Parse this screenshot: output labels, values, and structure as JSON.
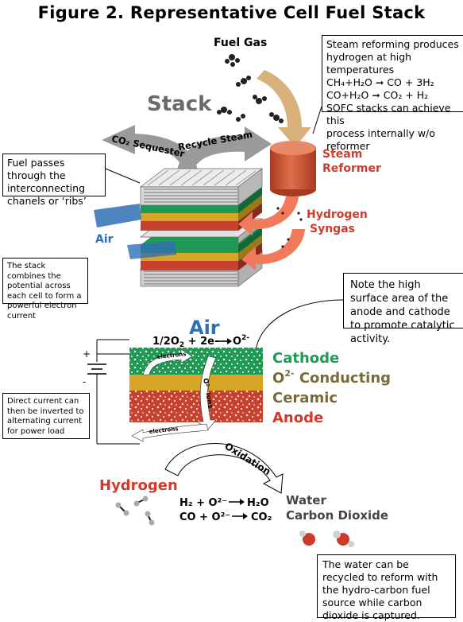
{
  "title": "Figure 2. Representative  Cell Fuel Stack",
  "labels": {
    "fuel_gas": "Fuel Gas",
    "stack": "Stack",
    "co2_sequester": "CO₂ Sequester",
    "recycle_steam": "Recycle Steam",
    "steam_reformer_1": "Steam",
    "steam_reformer_2": "Reformer",
    "hydrogen_syngas_1": "Hydrogen",
    "hydrogen_syngas_2": "Syngas",
    "air_stack": "Air",
    "air_cell": "Air",
    "cathode_eq_pre": "1/2O",
    "cathode_eq_sub": "2",
    "cathode_eq_mid": " + 2e- ",
    "cathode_eq_product": "O",
    "cathode_eq_sup": "2-",
    "electrons_top": "electrons",
    "electrons_bottom": "electrons",
    "o2_ions": "O²⁻ ions",
    "plus": "+",
    "minus": "-",
    "cathode": "Cathode",
    "conducting_pre": "O",
    "conducting_sup": "2-",
    "conducting_post": " Conducting",
    "ceramic": "Ceramic",
    "anode": "Anode",
    "oxidation": "Oxidation",
    "hydrogen": "Hydrogen",
    "water": "Water",
    "carbon_dioxide": "Carbon Dioxide",
    "reaction_1_lhs": "H₂ + O²⁻",
    "reaction_1_rhs": "H₂O",
    "reaction_2_lhs": "CO + O²⁻",
    "reaction_2_rhs": "CO₂"
  },
  "notes": {
    "steam_reforming": {
      "line1": "Steam reforming produces",
      "line2": "hydrogen at high temperatures",
      "eq1_lhs": "CH₄+H₂O",
      "eq1_rhs": "CO + 3H₂",
      "eq2_lhs": "CO+H₂O",
      "eq2_rhs": "CO₂ + H₂",
      "line3": "SOFC stacks can achieve this",
      "line4": "process internally w/o reformer"
    },
    "fuel_passes": "Fuel passes through the interconnecting chanels or ‘ribs’",
    "stack_combines": "The stack combines the potential across each cell to form a powerful electron current",
    "high_surface": "Note the high surface area of the anode and cathode to promote catalytic activity.",
    "direct_current": "Direct current can then be inverted to alternating current for power load",
    "water_recycled": "The water can be recycled to reform with the hydro-carbon fuel source while carbon dioxide is captured."
  },
  "colors": {
    "cathode": "#1f9a55",
    "electrolyte": "#d6a526",
    "anode": "#c8412e",
    "air_blue": "#2f6fb5",
    "hydrogen_red": "#d03a2a",
    "ceramic_text": "#7a6a3a",
    "reformer": "#cc5533",
    "fuel_arrow": "#d8b07a",
    "grey_arrow": "#9a9a9a",
    "syngas_arrow": "#f07a5a"
  }
}
